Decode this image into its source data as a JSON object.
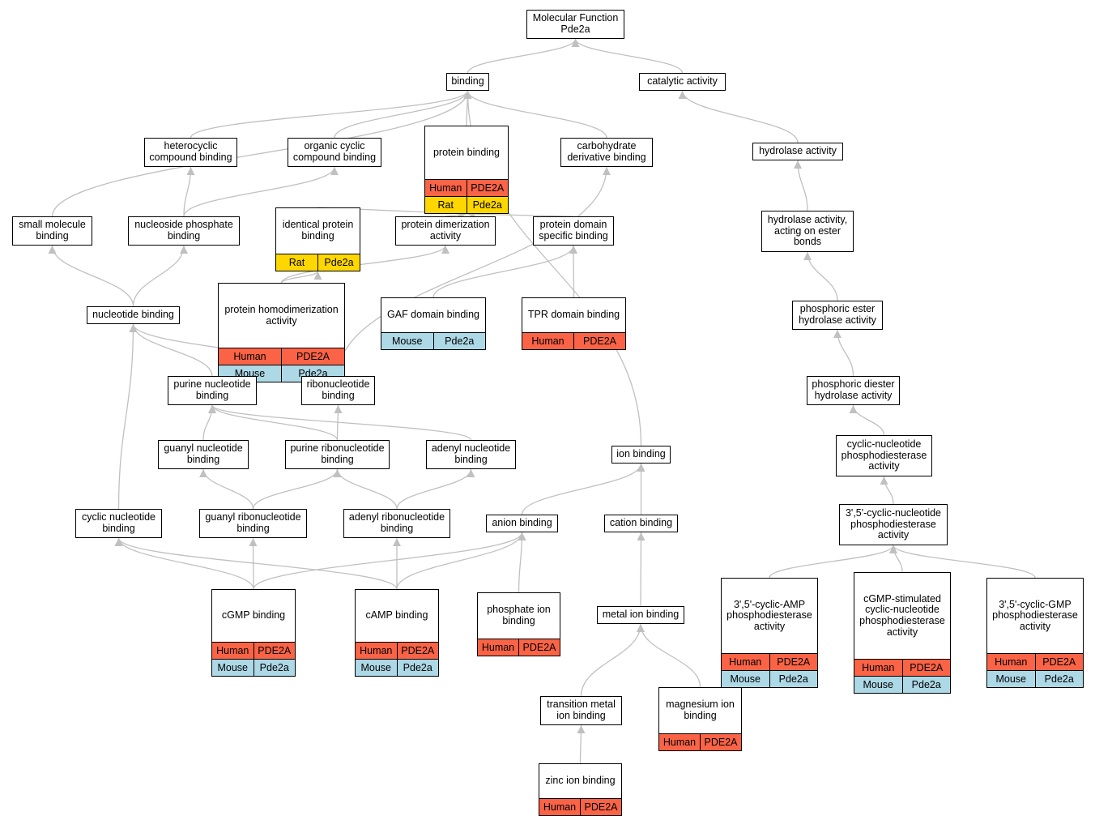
{
  "colors": {
    "edge": "#c0c0c0",
    "node_border": "#000000",
    "node_fill": "#ffffff",
    "species": {
      "Human": "#fa6346",
      "Rat": "#ffd700",
      "Mouse": "#add8e6"
    }
  },
  "nodes": [
    {
      "id": "mf",
      "lines": [
        "Molecular Function",
        "Pde2a"
      ],
      "annotations": []
    },
    {
      "id": "binding",
      "lines": [
        "binding"
      ],
      "annotations": []
    },
    {
      "id": "catalytic",
      "lines": [
        "catalytic activity"
      ],
      "annotations": []
    },
    {
      "id": "heterocyclic",
      "lines": [
        "heterocyclic",
        "compound binding"
      ],
      "annotations": []
    },
    {
      "id": "organic",
      "lines": [
        "organic cyclic",
        "compound binding"
      ],
      "annotations": []
    },
    {
      "id": "protein_binding",
      "lines": [
        "protein binding"
      ],
      "annotations": [
        {
          "species": "Human",
          "gene": "PDE2A"
        },
        {
          "species": "Rat",
          "gene": "Pde2a"
        }
      ]
    },
    {
      "id": "carbohydrate",
      "lines": [
        "carbohydrate",
        "derivative binding"
      ],
      "annotations": []
    },
    {
      "id": "hydrolase",
      "lines": [
        "hydrolase activity"
      ],
      "annotations": []
    },
    {
      "id": "small_molecule",
      "lines": [
        "small molecule",
        "binding"
      ],
      "annotations": []
    },
    {
      "id": "nucleoside_phosphate",
      "lines": [
        "nucleoside phosphate",
        "binding"
      ],
      "annotations": []
    },
    {
      "id": "identical_protein",
      "lines": [
        "identical protein",
        "binding"
      ],
      "annotations": [
        {
          "species": "Rat",
          "gene": "Pde2a"
        }
      ]
    },
    {
      "id": "protein_dimerization",
      "lines": [
        "protein dimerization",
        "activity"
      ],
      "annotations": []
    },
    {
      "id": "protein_domain",
      "lines": [
        "protein domain",
        "specific binding"
      ],
      "annotations": []
    },
    {
      "id": "hydrolase_ester",
      "lines": [
        "hydrolase activity,",
        "acting on ester",
        "bonds"
      ],
      "annotations": []
    },
    {
      "id": "nucleotide",
      "lines": [
        "nucleotide binding"
      ],
      "annotations": []
    },
    {
      "id": "protein_homodimerization",
      "lines": [
        "protein homodimerization",
        "activity"
      ],
      "annotations": [
        {
          "species": "Human",
          "gene": "PDE2A"
        },
        {
          "species": "Mouse",
          "gene": "Pde2a"
        }
      ]
    },
    {
      "id": "gaf",
      "lines": [
        "GAF domain binding"
      ],
      "annotations": [
        {
          "species": "Mouse",
          "gene": "Pde2a"
        }
      ]
    },
    {
      "id": "tpr",
      "lines": [
        "TPR domain binding"
      ],
      "annotations": [
        {
          "species": "Human",
          "gene": "PDE2A"
        }
      ]
    },
    {
      "id": "phosphoric_ester",
      "lines": [
        "phosphoric ester",
        "hydrolase activity"
      ],
      "annotations": []
    },
    {
      "id": "purine_nucleotide",
      "lines": [
        "purine nucleotide",
        "binding"
      ],
      "annotations": []
    },
    {
      "id": "ribonucleotide",
      "lines": [
        "ribonucleotide",
        "binding"
      ],
      "annotations": []
    },
    {
      "id": "phosphoric_diester",
      "lines": [
        "phosphoric diester",
        "hydrolase activity"
      ],
      "annotations": []
    },
    {
      "id": "guanyl_nucleotide",
      "lines": [
        "guanyl nucleotide",
        "binding"
      ],
      "annotations": []
    },
    {
      "id": "purine_ribonucleotide",
      "lines": [
        "purine ribonucleotide",
        "binding"
      ],
      "annotations": []
    },
    {
      "id": "adenyl_nucleotide",
      "lines": [
        "adenyl nucleotide",
        "binding"
      ],
      "annotations": []
    },
    {
      "id": "ion",
      "lines": [
        "ion binding"
      ],
      "annotations": []
    },
    {
      "id": "cyclic_nucleotide_pde",
      "lines": [
        "cyclic-nucleotide",
        "phosphodiesterase",
        "activity"
      ],
      "annotations": []
    },
    {
      "id": "cyclic_nucleotide",
      "lines": [
        "cyclic nucleotide",
        "binding"
      ],
      "annotations": []
    },
    {
      "id": "guanyl_ribonucleotide",
      "lines": [
        "guanyl ribonucleotide",
        "binding"
      ],
      "annotations": []
    },
    {
      "id": "adenyl_ribonucleotide",
      "lines": [
        "adenyl ribonucleotide",
        "binding"
      ],
      "annotations": []
    },
    {
      "id": "anion",
      "lines": [
        "anion binding"
      ],
      "annotations": []
    },
    {
      "id": "cation",
      "lines": [
        "cation binding"
      ],
      "annotations": []
    },
    {
      "id": "cn35_pde",
      "lines": [
        "3',5'-cyclic-nucleotide",
        "phosphodiesterase",
        "activity"
      ],
      "annotations": []
    },
    {
      "id": "cgmp",
      "lines": [
        "cGMP binding"
      ],
      "annotations": [
        {
          "species": "Human",
          "gene": "PDE2A"
        },
        {
          "species": "Mouse",
          "gene": "Pde2a"
        }
      ]
    },
    {
      "id": "camp",
      "lines": [
        "cAMP binding"
      ],
      "annotations": [
        {
          "species": "Human",
          "gene": "PDE2A"
        },
        {
          "species": "Mouse",
          "gene": "Pde2a"
        }
      ]
    },
    {
      "id": "phosphate_ion",
      "lines": [
        "phosphate ion",
        "binding"
      ],
      "annotations": [
        {
          "species": "Human",
          "gene": "PDE2A"
        }
      ]
    },
    {
      "id": "camp_pde",
      "lines": [
        "3',5'-cyclic-AMP",
        "phosphodiesterase",
        "activity"
      ],
      "annotations": [
        {
          "species": "Human",
          "gene": "PDE2A"
        },
        {
          "species": "Mouse",
          "gene": "Pde2a"
        }
      ]
    },
    {
      "id": "cgmp_stim_pde",
      "lines": [
        "cGMP-stimulated",
        "cyclic-nucleotide",
        "phosphodiesterase",
        "activity"
      ],
      "annotations": [
        {
          "species": "Human",
          "gene": "PDE2A"
        },
        {
          "species": "Mouse",
          "gene": "Pde2a"
        }
      ]
    },
    {
      "id": "cgmp_pde",
      "lines": [
        "3',5'-cyclic-GMP",
        "phosphodiesterase",
        "activity"
      ],
      "annotations": [
        {
          "species": "Human",
          "gene": "PDE2A"
        },
        {
          "species": "Mouse",
          "gene": "Pde2a"
        }
      ]
    },
    {
      "id": "metal_ion",
      "lines": [
        "metal ion binding"
      ],
      "annotations": []
    },
    {
      "id": "transition_metal",
      "lines": [
        "transition metal",
        "ion binding"
      ],
      "annotations": []
    },
    {
      "id": "magnesium_ion",
      "lines": [
        "magnesium ion",
        "binding"
      ],
      "annotations": [
        {
          "species": "Human",
          "gene": "PDE2A"
        }
      ]
    },
    {
      "id": "zinc_ion",
      "lines": [
        "zinc ion binding"
      ],
      "annotations": [
        {
          "species": "Human",
          "gene": "PDE2A"
        }
      ]
    }
  ],
  "edges": [
    {
      "from": "binding",
      "to": "mf"
    },
    {
      "from": "catalytic",
      "to": "mf"
    },
    {
      "from": "heterocyclic",
      "to": "binding"
    },
    {
      "from": "organic",
      "to": "binding"
    },
    {
      "from": "protein_binding",
      "to": "binding"
    },
    {
      "from": "carbohydrate",
      "to": "binding"
    },
    {
      "from": "small_molecule",
      "to": "binding"
    },
    {
      "from": "ion",
      "to": "binding"
    },
    {
      "from": "hydrolase",
      "to": "catalytic"
    },
    {
      "from": "nucleoside_phosphate",
      "to": "heterocyclic"
    },
    {
      "from": "nucleoside_phosphate",
      "to": "organic"
    },
    {
      "from": "identical_protein",
      "to": "protein_binding"
    },
    {
      "from": "protein_dimerization",
      "to": "protein_binding"
    },
    {
      "from": "protein_domain",
      "to": "protein_binding"
    },
    {
      "from": "hydrolase_ester",
      "to": "hydrolase"
    },
    {
      "from": "nucleotide",
      "to": "small_molecule"
    },
    {
      "from": "nucleotide",
      "to": "nucleoside_phosphate"
    },
    {
      "from": "protein_homodimerization",
      "to": "identical_protein"
    },
    {
      "from": "protein_homodimerization",
      "to": "protein_dimerization"
    },
    {
      "from": "gaf",
      "to": "protein_domain"
    },
    {
      "from": "tpr",
      "to": "protein_domain"
    },
    {
      "from": "phosphoric_ester",
      "to": "hydrolase_ester"
    },
    {
      "from": "purine_nucleotide",
      "to": "nucleotide"
    },
    {
      "from": "ribonucleotide",
      "to": "nucleotide"
    },
    {
      "from": "ribonucleotide",
      "to": "carbohydrate"
    },
    {
      "from": "phosphoric_diester",
      "to": "phosphoric_ester"
    },
    {
      "from": "guanyl_nucleotide",
      "to": "purine_nucleotide"
    },
    {
      "from": "purine_ribonucleotide",
      "to": "purine_nucleotide"
    },
    {
      "from": "purine_ribonucleotide",
      "to": "ribonucleotide"
    },
    {
      "from": "adenyl_nucleotide",
      "to": "purine_nucleotide"
    },
    {
      "from": "cyclic_nucleotide_pde",
      "to": "phosphoric_diester"
    },
    {
      "from": "cyclic_nucleotide",
      "to": "nucleotide"
    },
    {
      "from": "guanyl_ribonucleotide",
      "to": "guanyl_nucleotide"
    },
    {
      "from": "guanyl_ribonucleotide",
      "to": "purine_ribonucleotide"
    },
    {
      "from": "adenyl_ribonucleotide",
      "to": "purine_ribonucleotide"
    },
    {
      "from": "adenyl_ribonucleotide",
      "to": "adenyl_nucleotide"
    },
    {
      "from": "anion",
      "to": "ion"
    },
    {
      "from": "cation",
      "to": "ion"
    },
    {
      "from": "cn35_pde",
      "to": "cyclic_nucleotide_pde"
    },
    {
      "from": "cgmp",
      "to": "cyclic_nucleotide"
    },
    {
      "from": "cgmp",
      "to": "guanyl_ribonucleotide"
    },
    {
      "from": "cgmp",
      "to": "anion"
    },
    {
      "from": "camp",
      "to": "cyclic_nucleotide"
    },
    {
      "from": "camp",
      "to": "adenyl_ribonucleotide"
    },
    {
      "from": "camp",
      "to": "anion"
    },
    {
      "from": "phosphate_ion",
      "to": "anion"
    },
    {
      "from": "metal_ion",
      "to": "cation"
    },
    {
      "from": "camp_pde",
      "to": "cn35_pde"
    },
    {
      "from": "cgmp_stim_pde",
      "to": "cn35_pde"
    },
    {
      "from": "cgmp_pde",
      "to": "cn35_pde"
    },
    {
      "from": "transition_metal",
      "to": "metal_ion"
    },
    {
      "from": "magnesium_ion",
      "to": "metal_ion"
    },
    {
      "from": "zinc_ion",
      "to": "transition_metal"
    }
  ]
}
